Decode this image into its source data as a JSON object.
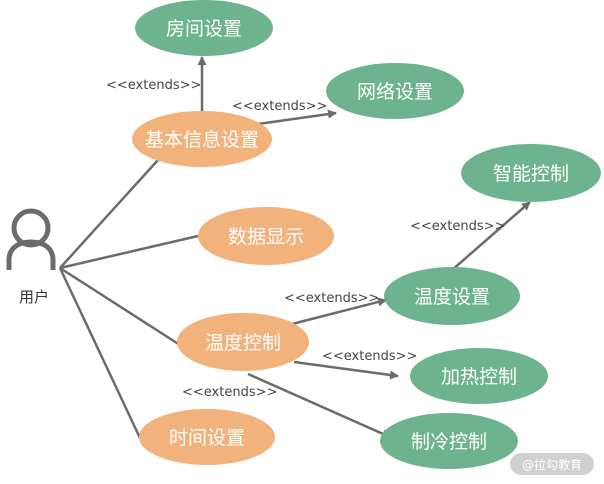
{
  "actor": {
    "label": "用户",
    "icon": "user-icon"
  },
  "colors": {
    "primary": "#F2B27C",
    "secondary": "#6DB38F",
    "line": "#6b6b6b"
  },
  "use_cases": {
    "basic_info": "基本信息设置",
    "data_display": "数据显示",
    "temp_control": "温度控制",
    "time_setting": "时间设置",
    "room_setting": "房间设置",
    "network_setting": "网络设置",
    "smart_control": "智能控制",
    "temp_setting": "温度设置",
    "heat_control": "加热控制",
    "cool_control": "制冷控制"
  },
  "extend_label": "<<extends>>",
  "watermark": "@拉勾教育"
}
